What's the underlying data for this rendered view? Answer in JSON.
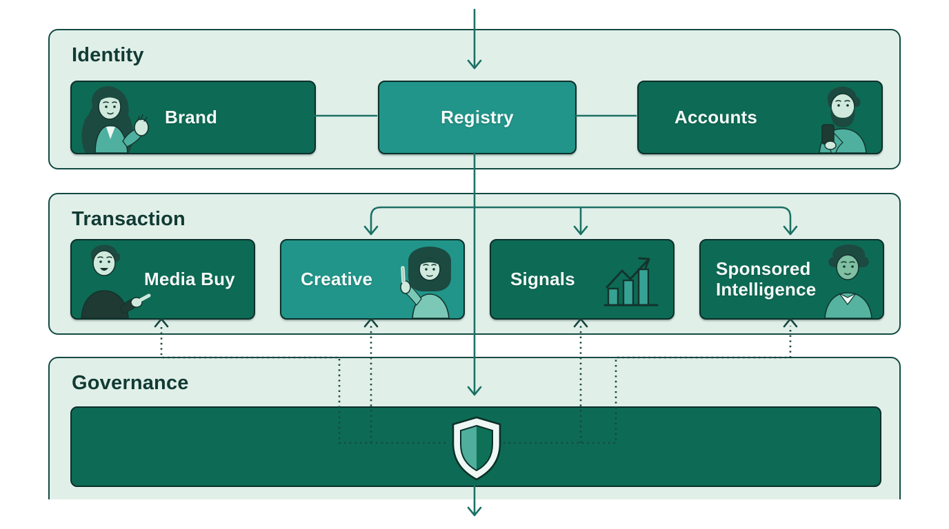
{
  "diagram": {
    "sections": {
      "identity": {
        "title": "Identity",
        "boxes": {
          "brand": {
            "label": "Brand",
            "icon": "brand-person-illustration"
          },
          "registry": {
            "label": "Registry"
          },
          "accounts": {
            "label": "Accounts",
            "icon": "accounts-person-illustration"
          }
        }
      },
      "transaction": {
        "title": "Transaction",
        "boxes": {
          "media_buy": {
            "label": "Media Buy",
            "icon": "media-buy-person-illustration"
          },
          "creative": {
            "label": "Creative",
            "icon": "creative-person-illustration"
          },
          "signals": {
            "label": "Signals",
            "icon": "signals-chart-icon"
          },
          "sponsored_intelligence": {
            "label": "Sponsored Intelligence",
            "icon": "sponsored-intelligence-person-illustration"
          }
        }
      },
      "governance": {
        "title": "Governance",
        "icon": "shield-icon"
      }
    },
    "flow": {
      "solid_arrows": "top entry to Registry; Registry branches to Creative, Signals, Sponsored Intelligence; center line down to Governance bar; exit arrow below Governance",
      "dotted_arrows": "Governance shield links up to Media Buy, Creative, Signals, Sponsored Intelligence"
    },
    "colors": {
      "page_background": "#ffffff",
      "panel_background": "#e1efe9",
      "panel_border": "#114a41",
      "box_dark_green": "#0d6b55",
      "box_teal": "#21958a",
      "box_border": "#0b2f29",
      "title_text": "#113b33",
      "box_label_text": "#f4faf8",
      "solid_line": "#1b7164",
      "dotted_line": "#17473f",
      "shield_left": "#4fae9c",
      "shield_right": "#0e7157"
    }
  }
}
